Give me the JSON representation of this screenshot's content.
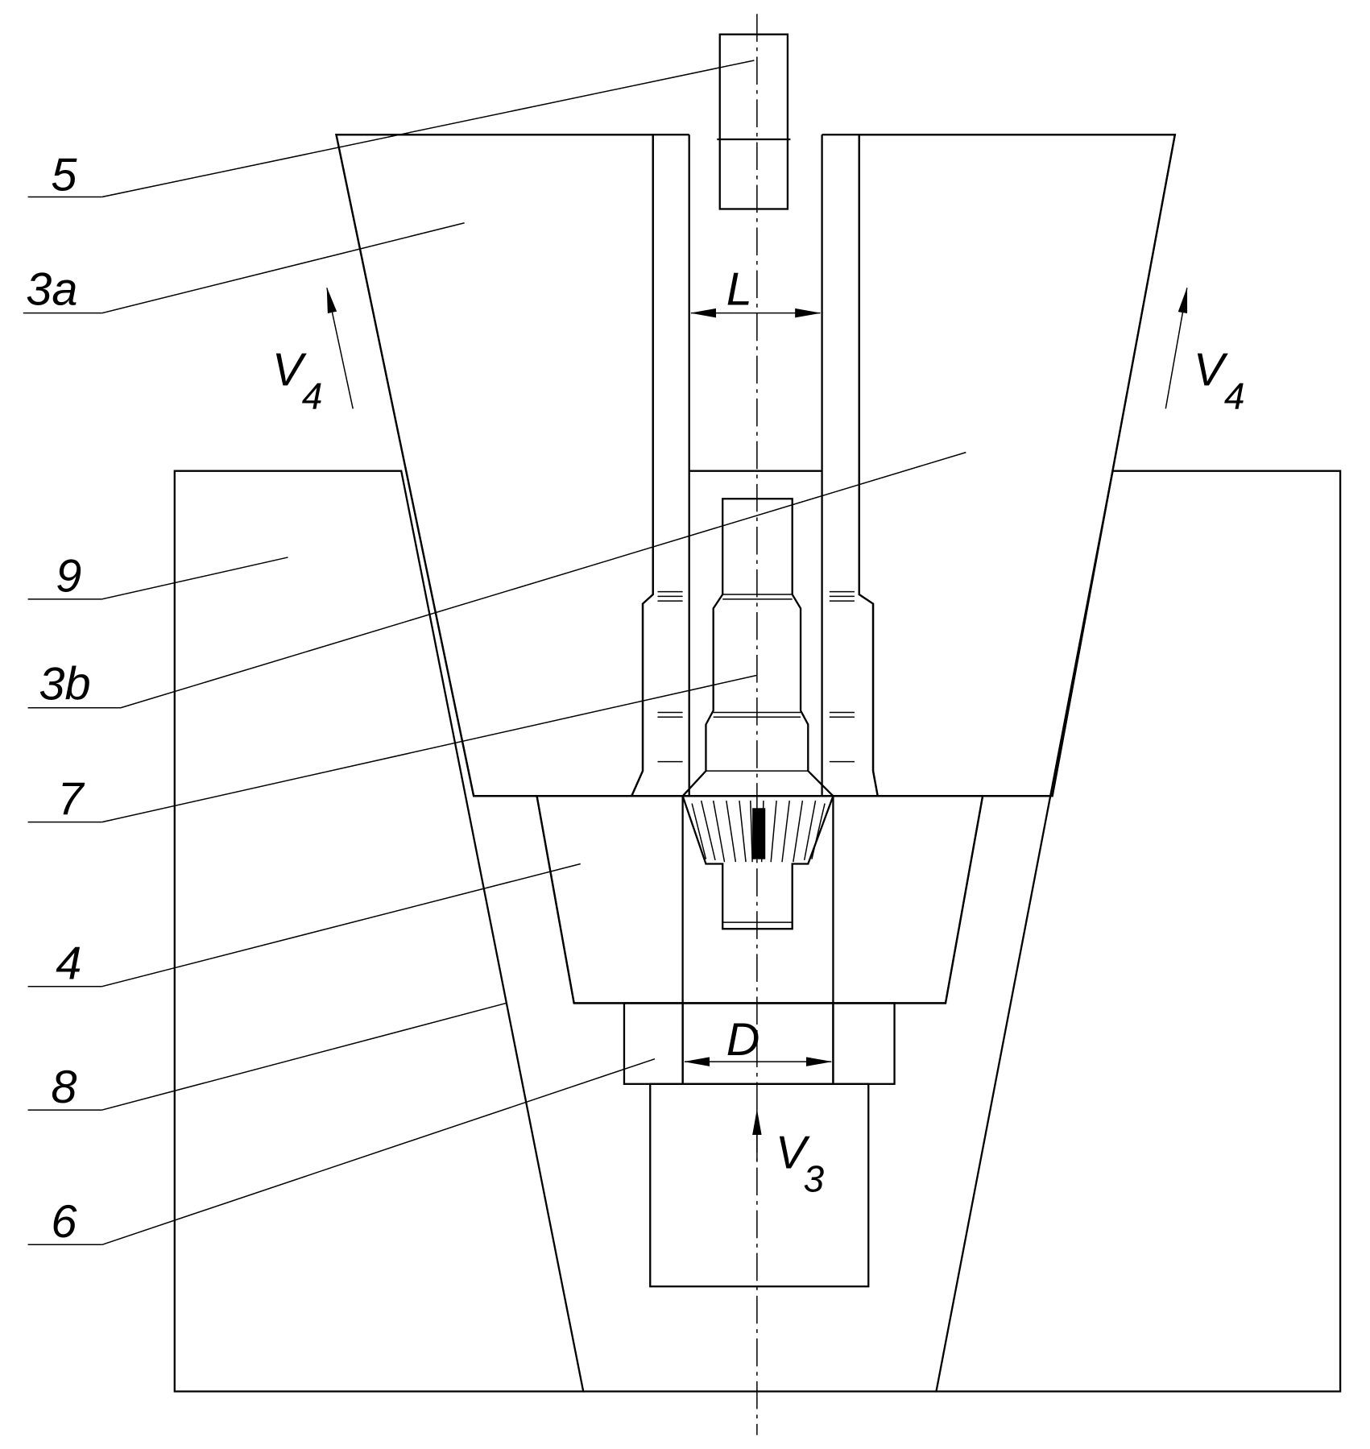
{
  "labels": {
    "part_5": "5",
    "part_3a": "3a",
    "part_9": "9",
    "part_3b": "3b",
    "part_7": "7",
    "part_4": "4",
    "part_8": "8",
    "part_6": "6"
  },
  "dimensions": {
    "L": "L",
    "D": "D"
  },
  "velocities": {
    "v4_left": {
      "symbol": "V",
      "index": "4"
    },
    "v4_right": {
      "symbol": "V",
      "index": "4"
    },
    "v3": {
      "symbol": "V",
      "index": "3"
    }
  }
}
